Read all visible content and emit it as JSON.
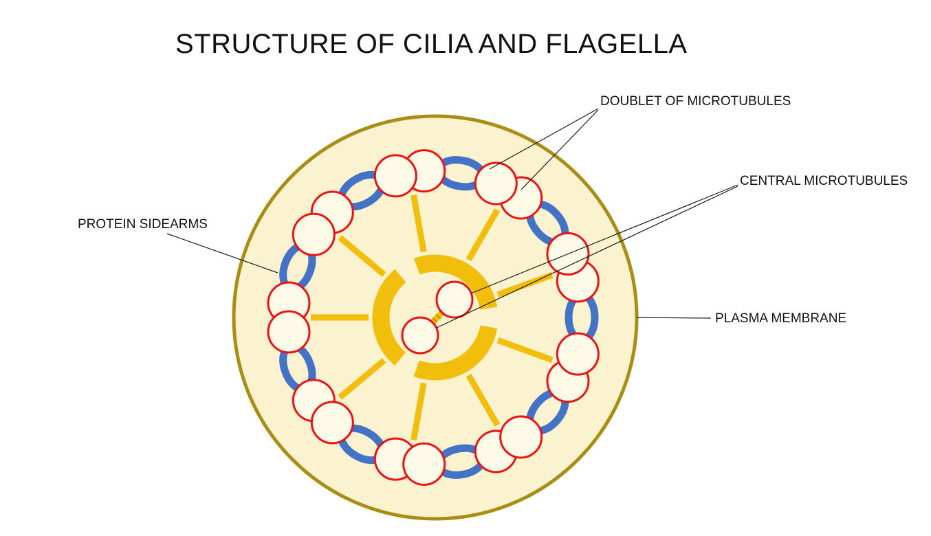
{
  "title": "STRUCTURE OF CILIA AND FLAGELLA",
  "labels": {
    "doublet": "DOUBLET OF MICROTUBULES",
    "central": "CENTRAL MICROTUBULES",
    "protein": "PROTEIN SIDEARMS",
    "plasma": "PLASMA MEMBRANE"
  },
  "colors": {
    "membrane_stroke": "#A98E15",
    "membrane_fill": "#FBF2D0",
    "gold": "#F2BE0C",
    "gold_dark": "#B8960C",
    "blue": "#4472C4",
    "red": "#EE1111",
    "tubule_fill": "#FEFAE8",
    "leader_line": "#1A1A1A"
  }
}
